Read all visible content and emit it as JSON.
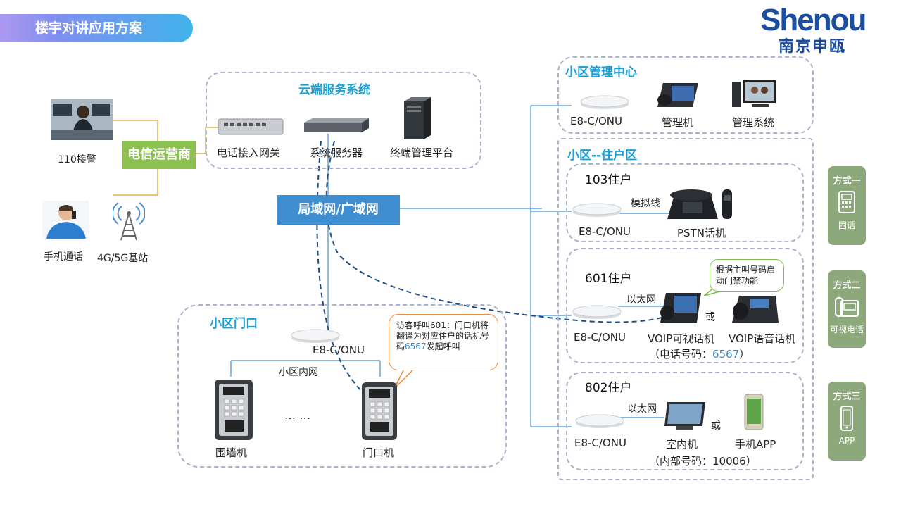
{
  "header": {
    "title": "楼宇对讲应用方案",
    "logo_en": "Shenou",
    "logo_cn": "南京申瓯"
  },
  "cloud": {
    "title": "云端服务系统",
    "gateway": "电话接入网关",
    "server": "系统服务器",
    "platform": "终端管理平台"
  },
  "external": {
    "police": "110接警",
    "carrier": "电信运营商",
    "mobile": "手机通话",
    "station": "4G/5G基站"
  },
  "network": {
    "lan_wan": "局域网/广域网"
  },
  "management": {
    "title": "小区管理中心",
    "onu": "E8-C/ONU",
    "console": "管理机",
    "system": "管理系统"
  },
  "residential": {
    "title": "小区--住户区"
  },
  "unit103": {
    "title": "103住户",
    "link": "模拟线",
    "onu": "E8-C/ONU",
    "phone": "PSTN话机"
  },
  "unit601": {
    "title": "601住户",
    "link": "以太网",
    "onu": "E8-C/ONU",
    "video_phone": "VOIP可视话机",
    "or": "或",
    "voice_phone": "VOIP语音话机",
    "number_prefix": "（电话号码：",
    "number": "6567",
    "number_suffix": "）",
    "bubble": "根据主叫号码启动门禁功能"
  },
  "unit802": {
    "title": "802住户",
    "link": "以太网",
    "onu": "E8-C/ONU",
    "indoor": "室内机",
    "or": "或",
    "app": "手机APP",
    "number": "（内部号码：10006）"
  },
  "gate": {
    "title": "小区门口",
    "onu": "E8-C/ONU",
    "intranet": "小区内网",
    "wall_unit": "围墙机",
    "dots": "…  …",
    "door_unit": "门口机",
    "bubble_pre": "访客呼叫601：门口机将翻译为对应住户的话机号码",
    "bubble_num": "6567",
    "bubble_post": "发起呼叫"
  },
  "modes": [
    {
      "title": "方式一",
      "label": "固话"
    },
    {
      "title": "方式二",
      "label": "可视电话"
    },
    {
      "title": "方式三",
      "label": "APP"
    }
  ]
}
